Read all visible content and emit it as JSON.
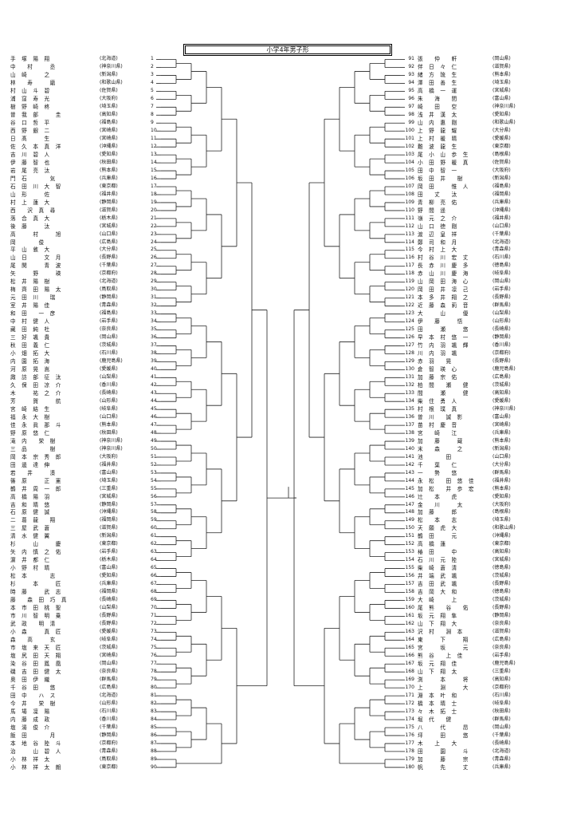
{
  "title": "小学4年男子形",
  "left": [
    {
      "no": "1",
      "name": "手　塚　陽　翔",
      "pref": "(北海道)"
    },
    {
      "no": "2",
      "name": "中　　村　　　丞",
      "pref": "(神奈川県)"
    },
    {
      "no": "3",
      "name": "山　崎　　　之",
      "pref": "(新潟県)"
    },
    {
      "no": "4",
      "name": "林　　寿　　　磨",
      "pref": "(和歌山県)"
    },
    {
      "no": "5",
      "name": "村　山　斗　碧",
      "pref": "(佐賀県)"
    },
    {
      "no": "6",
      "name": "浦　窪　寿　光",
      "pref": "(大阪府)"
    },
    {
      "no": "7",
      "name": "樹　野　崎　柊",
      "pref": "(埼玉県)"
    },
    {
      "no": "8",
      "name": "曽　我　部　　　圭",
      "pref": "(高知県)"
    },
    {
      "no": "9",
      "name": "谷　口　哲　平",
      "pref": "(福島県)"
    },
    {
      "no": "10",
      "name": "西　野　銀　二",
      "pref": "(宮崎県)"
    },
    {
      "no": "11",
      "name": "日　髙　　　生",
      "pref": "(宮崎県)"
    },
    {
      "no": "12",
      "name": "佐　久　本　真　洋",
      "pref": "(沖縄県)"
    },
    {
      "no": "13",
      "name": "吉　川　碧　人",
      "pref": "(愛知県)"
    },
    {
      "no": "14",
      "name": "伊　藤　智　也",
      "pref": "(秋田県)"
    },
    {
      "no": "15",
      "name": "岩　尾　亮　汰",
      "pref": "(熊本県)"
    },
    {
      "no": "16",
      "name": "門　石　　　　気",
      "pref": "(兵庫県)"
    },
    {
      "no": "17",
      "name": "石　田　川　大　智",
      "pref": "(東京都)"
    },
    {
      "no": "18",
      "name": "山　形　　　佐",
      "pref": "(福井県)"
    },
    {
      "no": "19",
      "name": "村　上　蓮　大",
      "pref": "(静岡県)"
    },
    {
      "no": "20",
      "name": "西　　沢　真　尋",
      "pref": "(滋賀県)"
    },
    {
      "no": "21",
      "name": "落　合　真　大",
      "pref": "(栃木県)"
    },
    {
      "no": "22",
      "name": "後　藤　　　汰",
      "pref": "(宮城県)"
    },
    {
      "no": "23",
      "name": "高　　　村　　　旭",
      "pref": "(山口県)"
    },
    {
      "no": "24",
      "name": "岡　　　　俊",
      "pref": "(広島県)"
    },
    {
      "no": "25",
      "name": "平　山　敦　大",
      "pref": "(大分県)"
    },
    {
      "no": "26",
      "name": "山　日　　　文　月",
      "pref": "(長野県)"
    },
    {
      "no": "27",
      "name": "尾　関　　　青　波",
      "pref": "(千葉県)"
    },
    {
      "no": "28",
      "name": "矢　　　野　　　瑛",
      "pref": "(京都府)"
    },
    {
      "no": "29",
      "name": "松　井　陽　樹",
      "pref": "(北海道)"
    },
    {
      "no": "30",
      "name": "梅　齊　田　陽　太",
      "pref": "(鳥取県)"
    },
    {
      "no": "31",
      "name": "元　田　川　　瑞",
      "pref": "(静岡県)"
    },
    {
      "no": "32",
      "name": "室　井　陽　佳",
      "pref": "(青森県)"
    },
    {
      "no": "33",
      "name": "和　田　　一　彦",
      "pref": "(福島県)"
    },
    {
      "no": "34",
      "name": "中　村　健　人",
      "pref": "(岩手県)"
    },
    {
      "no": "35",
      "name": "藏　田　純　杜",
      "pref": "(奈良県)"
    },
    {
      "no": "36",
      "name": "三　好　颯　貴",
      "pref": "(岡山県)"
    },
    {
      "no": "37",
      "name": "秋　田　義　仁",
      "pref": "(茨城県)"
    },
    {
      "no": "38",
      "name": "小　畑　拓　大",
      "pref": "(石川県)"
    },
    {
      "no": "39",
      "name": "内　園　拓　海",
      "pref": "(鹿児島県)"
    },
    {
      "no": "40",
      "name": "河　原　晃　嵩",
      "pref": "(愛媛県)"
    },
    {
      "no": "41",
      "name": "諏　訪　部　征　汰",
      "pref": "(山梨県)"
    },
    {
      "no": "42",
      "name": "久　保　田　凉　介",
      "pref": "(香川県)"
    },
    {
      "no": "43",
      "name": "木　　　祐　之　介",
      "pref": "(長崎県)"
    },
    {
      "no": "44",
      "name": "芳　　　賀　　　航",
      "pref": "(山形県)"
    },
    {
      "no": "45",
      "name": "宮　崎　結　生",
      "pref": "(岐阜県)"
    },
    {
      "no": "46",
      "name": "福　永　大　樹",
      "pref": "(山口県)"
    },
    {
      "no": "47",
      "name": "佳　永　眞　那　斗",
      "pref": "(熊本県)"
    },
    {
      "no": "48",
      "name": "野　原　悠　仁",
      "pref": "(秋田県)"
    },
    {
      "no": "49",
      "name": "滝　内　　栄　樹",
      "pref": "(神奈川県)"
    },
    {
      "no": "50",
      "name": "三　品　　　　樹",
      "pref": "(神奈川県)"
    },
    {
      "no": "51",
      "name": "岡　本　宗　秀　郎",
      "pref": "(大阪府)"
    },
    {
      "no": "52",
      "name": "田　邊　達　伸",
      "pref": "(福井県)"
    },
    {
      "no": "53",
      "name": "若　　井　　　湊",
      "pref": "(富山県)"
    },
    {
      "no": "54",
      "name": "篠　原　　　正　憲",
      "pref": "(埼玉県)"
    },
    {
      "no": "55",
      "name": "鶴　井　周　一　郎",
      "pref": "(三重県)"
    },
    {
      "no": "56",
      "name": "高　橋　陽　羽",
      "pref": "(宮城県)"
    },
    {
      "no": "57",
      "name": "吉　和　晴　悠",
      "pref": "(静岡県)"
    },
    {
      "no": "58",
      "name": "石　原　健　誠",
      "pref": "(沖縄県)"
    },
    {
      "no": "59",
      "name": "二　葛　龍　　翔",
      "pref": "(福岡県)"
    },
    {
      "no": "60",
      "name": "三　屋　武　蒼",
      "pref": "(滋賀県)"
    },
    {
      "no": "61",
      "name": "清　水　健　翼",
      "pref": "(新潟県)"
    },
    {
      "no": "62",
      "name": "杉　　　山　　　慶",
      "pref": "(東京都)"
    },
    {
      "no": "63",
      "name": "矢　内　慎　之　佑",
      "pref": "(岩手県)"
    },
    {
      "no": "64",
      "name": "濵　井　都　仁",
      "pref": "(栃木県)"
    },
    {
      "no": "65",
      "name": "小　野　村　晴",
      "pref": "(富山県)"
    },
    {
      "no": "66",
      "name": "松　本　　　　志",
      "pref": "(愛知県)"
    },
    {
      "no": "67",
      "name": "杉　　　本　　　匠",
      "pref": "(兵庫県)"
    },
    {
      "no": "68",
      "name": "時　藤　　　武　志",
      "pref": "(福岡県)"
    },
    {
      "no": "69",
      "name": "藤　　森　田　巧　真",
      "pref": "(長崎県)"
    },
    {
      "no": "70",
      "name": "本　市　田　桃　聖",
      "pref": "(山梨県)"
    },
    {
      "no": "71",
      "name": "市　川　智　明　乗",
      "pref": "(長野県)"
    },
    {
      "no": "72",
      "name": "武　政　　明　清",
      "pref": "(長野県)"
    },
    {
      "no": "73",
      "name": "小　森　　　真　匠",
      "pref": "(愛媛県)"
    },
    {
      "no": "74",
      "name": "森　　高　　　玄",
      "pref": "(岐阜県)"
    },
    {
      "no": "75",
      "name": "市　塩　来　天　匠",
      "pref": "(茨城県)"
    },
    {
      "no": "76",
      "name": "塩　尻　田　天　翔",
      "pref": "(宮崎県)"
    },
    {
      "no": "77",
      "name": "染　谷　田　鳳　凰",
      "pref": "(岡山県)"
    },
    {
      "no": "78",
      "name": "磯　吉　田　健　太",
      "pref": "(奈良県)"
    },
    {
      "no": "79",
      "name": "奥　田　伊　織",
      "pref": "(群馬県)"
    },
    {
      "no": "80",
      "name": "千　谷　田　　悠",
      "pref": "(広島県)"
    },
    {
      "no": "81",
      "name": "田　中　　ハ　ス",
      "pref": "(北海道)"
    },
    {
      "no": "82",
      "name": "今　井　　栄　樹",
      "pref": "(山形県)"
    },
    {
      "no": "83",
      "name": "馬　場　凜　陽",
      "pref": "(石川県)"
    },
    {
      "no": "84",
      "name": "内　藤　成　政",
      "pref": "(香川県)"
    },
    {
      "no": "85",
      "name": "塩　湯　俊　介",
      "pref": "(千葉県)"
    },
    {
      "no": "86",
      "name": "飯　田　　　　月",
      "pref": "(静岡県)"
    },
    {
      "no": "87",
      "name": "本　地　谷　陸　斗",
      "pref": "(京都府)"
    },
    {
      "no": "88",
      "name": "治　　　山　碧　人",
      "pref": "(青森県)"
    },
    {
      "no": "89",
      "name": "小　林　祥　太",
      "pref": "(鳥取県)"
    },
    {
      "no": "90",
      "name": "小　林　祥　太　朗",
      "pref": "(東京都)"
    }
  ],
  "right": [
    {
      "no": "91",
      "name": "張　　仲　　軒",
      "pref": "(岡山県)"
    },
    {
      "no": "92",
      "name": "伴　日　々　仁",
      "pref": "(滋賀県)"
    },
    {
      "no": "93",
      "name": "緒　方　琉　生",
      "pref": "(熊本県)"
    },
    {
      "no": "94",
      "name": "澤　田　善　生",
      "pref": "(埼玉県)"
    },
    {
      "no": "95",
      "name": "高　橋　一　運",
      "pref": "(宮城県)"
    },
    {
      "no": "96",
      "name": "朱　　海　　閏",
      "pref": "(富山県)"
    },
    {
      "no": "97",
      "name": "崎　　田　　空",
      "pref": "(神奈川県)"
    },
    {
      "no": "98",
      "name": "浅　井　漢　太",
      "pref": "(愛知県)"
    },
    {
      "no": "99",
      "name": "山　内　惠　剛",
      "pref": "(和歌山県)"
    },
    {
      "no": "100",
      "name": "上　野　龍　耀",
      "pref": "(大分県)"
    },
    {
      "no": "101",
      "name": "上　村　暖　晴",
      "pref": "(愛媛県)"
    },
    {
      "no": "102",
      "name": "難　波　龍　生",
      "pref": "(東京都)"
    },
    {
      "no": "103",
      "name": "尾　小　山　歩　生",
      "pref": "(島根県)"
    },
    {
      "no": "104",
      "name": "小　田　野　暖　真",
      "pref": "(佐賀県)"
    },
    {
      "no": "105",
      "name": "田　中　智　一",
      "pref": "(大阪府)"
    },
    {
      "no": "106",
      "name": "坂　田　井　　樹",
      "pref": "(新潟県)"
    },
    {
      "no": "107",
      "name": "岡　田　　　惟　人",
      "pref": "(福島県)"
    },
    {
      "no": "108",
      "name": "田　　丈　　汰",
      "pref": "(福岡県)"
    },
    {
      "no": "109",
      "name": "青　柳　亮　佑",
      "pref": "(兵庫県)"
    },
    {
      "no": "110",
      "name": "野　間　遥",
      "pref": "(沖縄県)"
    },
    {
      "no": "111",
      "name": "嶺　元　之　介",
      "pref": "(福井県)"
    },
    {
      "no": "112",
      "name": "山　口　徳　剛",
      "pref": "(山口県)"
    },
    {
      "no": "113",
      "name": "渡　辺　皇　祥",
      "pref": "(千葉県)"
    },
    {
      "no": "114",
      "name": "鄭　司　和　月",
      "pref": "(北海道)"
    },
    {
      "no": "115",
      "name": "今　村　上　大",
      "pref": "(青森県)"
    },
    {
      "no": "116",
      "name": "村　谷　川　宏　丈",
      "pref": "(石川県)"
    },
    {
      "no": "117",
      "name": "長　赤　川　慶　多",
      "pref": "(徳島県)"
    },
    {
      "no": "118",
      "name": "赤　山　川　慶　海",
      "pref": "(岐阜県)"
    },
    {
      "no": "119",
      "name": "山　岡　田　海　心",
      "pref": "(岡山県)"
    },
    {
      "no": "120",
      "name": "岡　田　井　凛　己",
      "pref": "(岩手県)"
    },
    {
      "no": "121",
      "name": "本　多　井　翔　之",
      "pref": "(長野県)"
    },
    {
      "no": "122",
      "name": "近　藤　森　莉　音",
      "pref": "(群馬県)"
    },
    {
      "no": "123",
      "name": "大　　　山　　　優",
      "pref": "(山梨県)"
    },
    {
      "no": "124",
      "name": "伊　　藤　　　悟",
      "pref": "(山形県)"
    },
    {
      "no": "125",
      "name": "田　　　瀬　　　悠",
      "pref": "(長崎県)"
    },
    {
      "no": "126",
      "name": "早　本　村　悠　一",
      "pref": "(静岡県)"
    },
    {
      "no": "127",
      "name": "竹　内　羽　颯　輝",
      "pref": "(香川県)"
    },
    {
      "no": "128",
      "name": "川　内　羽　颯",
      "pref": "(京都府)"
    },
    {
      "no": "129",
      "name": "赤　羽　　晃",
      "pref": "(長野県)"
    },
    {
      "no": "130",
      "name": "倉　智　瑛　心",
      "pref": "(鹿児島県)"
    },
    {
      "no": "131",
      "name": "加　藤　宗　佑",
      "pref": "(広島県)"
    },
    {
      "no": "132",
      "name": "柏　間　　瀬　　健",
      "pref": "(茨城県)"
    },
    {
      "no": "133",
      "name": "間　　　瀬　　　健",
      "pref": "(高知県)"
    },
    {
      "no": "134",
      "name": "柴　住　勇　人",
      "pref": "(愛媛県)"
    },
    {
      "no": "135",
      "name": "村　根　璞　真",
      "pref": "(神奈川県)"
    },
    {
      "no": "136",
      "name": "曽　川　　誠　影",
      "pref": "(富山県)"
    },
    {
      "no": "137",
      "name": "苗　村　慶　音",
      "pref": "(宮崎県)"
    },
    {
      "no": "138",
      "name": "宮　　崎　　江",
      "pref": "(兵庫県)"
    },
    {
      "no": "139",
      "name": "加　　藤　　　蔵",
      "pref": "(熊本県)"
    },
    {
      "no": "140",
      "name": "末　　森　　　之",
      "pref": "(新潟県)"
    },
    {
      "no": "141",
      "name": "池　　　　田",
      "pref": "(山口県)"
    },
    {
      "no": "142",
      "name": "千　　葉　　仁",
      "pref": "(大分県)"
    },
    {
      "no": "143",
      "name": "一　　勢　　悠",
      "pref": "(群馬県)"
    },
    {
      "no": "144",
      "name": "永　松　　田　悠　佳",
      "pref": "(福井県)"
    },
    {
      "no": "145",
      "name": "加　松　　井　歩　宏",
      "pref": "(熊本県)"
    },
    {
      "no": "146",
      "name": "辻　　本　　虎",
      "pref": "(愛知県)"
    },
    {
      "no": "147",
      "name": "金　　川　　　太",
      "pref": "(大阪府)"
    },
    {
      "no": "148",
      "name": "加　藤　　　郎",
      "pref": "(島根県)"
    },
    {
      "no": "149",
      "name": "松　　本　　志",
      "pref": "(埼玉県)"
    },
    {
      "no": "150",
      "name": "天　願　虎　大",
      "pref": "(和歌山県)"
    },
    {
      "no": "151",
      "name": "鶴　田　　　元",
      "pref": "(沖縄県)"
    },
    {
      "no": "152",
      "name": "高　橋　蓮",
      "pref": "(東京都)"
    },
    {
      "no": "153",
      "name": "椿　田　　　中",
      "pref": "(高知県)"
    },
    {
      "no": "154",
      "name": "石　川　元　陸",
      "pref": "(宮城県)"
    },
    {
      "no": "155",
      "name": "柴　崎　蒼　清",
      "pref": "(徳島県)"
    },
    {
      "no": "156",
      "name": "井　端　武　颯",
      "pref": "(茨城県)"
    },
    {
      "no": "157",
      "name": "吉　田　武　颯",
      "pref": "(長野県)"
    },
    {
      "no": "158",
      "name": "吉　岡　大　和",
      "pref": "(徳島県)"
    },
    {
      "no": "159",
      "name": "大　崎　　　上",
      "pref": "(茨城県)"
    },
    {
      "no": "160",
      "name": "尾　熊　　谷　　佑",
      "pref": "(長野県)"
    },
    {
      "no": "161",
      "name": "坂　元　翔　隼",
      "pref": "(静岡県)"
    },
    {
      "no": "162",
      "name": "山　下　翔　大",
      "pref": "(奈良県)"
    },
    {
      "no": "163",
      "name": "沢　村　　淵　本",
      "pref": "(滋賀県)"
    },
    {
      "no": "164",
      "name": "東　　　下　　　翔",
      "pref": "(広島県)"
    },
    {
      "no": "165",
      "name": "宮　　　坂　　　元",
      "pref": "(奈良県)"
    },
    {
      "no": "166",
      "name": "熊　谷　　上　佳",
      "pref": "(岩手県)"
    },
    {
      "no": "167",
      "name": "坂　元　翔　佳",
      "pref": "(鹿児島県)"
    },
    {
      "no": "168",
      "name": "山　下　翔　太",
      "pref": "(三重県)"
    },
    {
      "no": "169",
      "name": "渕　　　本　　　将",
      "pref": "(高知県)"
    },
    {
      "no": "170",
      "name": "上　　　淵　　　大",
      "pref": "(京都府)"
    },
    {
      "no": "171",
      "name": "淵　本　叶　和",
      "pref": "(石川県)"
    },
    {
      "no": "172",
      "name": "橋　本　晴　士",
      "pref": "(岐阜県)"
    },
    {
      "no": "173",
      "name": "々　木　拓　士",
      "pref": "(秋田県)"
    },
    {
      "no": "174",
      "name": "堀　代　　健",
      "pref": "(群馬県)"
    },
    {
      "no": "175",
      "name": "八　　　代　　　昂",
      "pref": "(岡山県)"
    },
    {
      "no": "176",
      "name": "坪　　　田　　　悠",
      "pref": "(千葉県)"
    },
    {
      "no": "177",
      "name": "木　　上　　大",
      "pref": "(長崎県)"
    },
    {
      "no": "178",
      "name": "田　　　園　　　斗",
      "pref": "(北海道)"
    },
    {
      "no": "179",
      "name": "加　　　藤　　　宗",
      "pref": "(青森県)"
    },
    {
      "no": "180",
      "name": "帆　　　先　　　丈",
      "pref": "(兵庫県)"
    }
  ]
}
